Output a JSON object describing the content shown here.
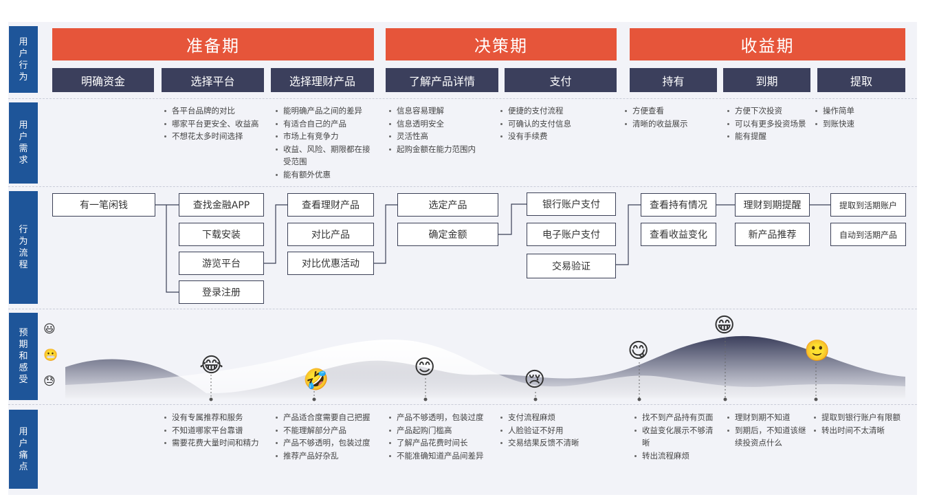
{
  "row_labels": {
    "behavior": "用户行为",
    "needs": "用户需求",
    "flow": "行为流程",
    "feelings": "预期和感受",
    "pains": "用户痛点"
  },
  "phases": [
    "准备期",
    "决策期",
    "收益期"
  ],
  "stages": [
    "明确资金",
    "选择平台",
    "选择理财产品",
    "了解产品详情",
    "支付",
    "持有",
    "到期",
    "提取"
  ],
  "needs": [
    [
      "各平台品牌的对比",
      "哪家平台更安全、收益高",
      "不想花太多时间选择"
    ],
    [
      "能明确产品之间的差异",
      "有适合自己的产品",
      "市场上有竞争力",
      "收益、风险、期限都在接受范围",
      "能有额外优惠"
    ],
    [
      "信息容易理解",
      "信息透明安全",
      "灵活性高",
      "起购金额在能力范围内"
    ],
    [
      "便捷的支付流程",
      "可确认的支付信息",
      "没有手续费"
    ],
    [
      "方便查看",
      "清晰的收益展示"
    ],
    [
      "方便下次投资",
      "可以有更多投资场景",
      "能有提醒"
    ],
    [
      "操作简单",
      "到账快速"
    ]
  ],
  "flow": {
    "start": "有一笔闲钱",
    "platform": [
      "查找金融APP",
      "下载安装",
      "游览平台",
      "登录注册"
    ],
    "product": [
      "查看理财产品",
      "对比产品",
      "对比优惠活动"
    ],
    "detail": [
      "选定产品",
      "确定金额"
    ],
    "pay": [
      "银行账户支付",
      "电子账户支付",
      "交易验证"
    ],
    "hold": [
      "查看持有情况",
      "查看收益变化"
    ],
    "expire": [
      "理财到期提醒",
      "新产品推荐"
    ],
    "withdraw": [
      "提取到活期账户",
      "自动到活期产品"
    ]
  },
  "feeling_levels": [
    "😃",
    "😬",
    "😓"
  ],
  "feeling_emojis": [
    "😂",
    "🤣",
    "😊",
    "😢",
    "😋",
    "😁",
    "🙂"
  ],
  "pains": [
    [
      "没有专属推荐和服务",
      "不知道哪家平台靠谱",
      "需要花费大量时间和精力"
    ],
    [
      "产品适合度需要自己把握",
      "不能理解部分产品",
      "产品不够透明，包装过度",
      "推荐产品好杂乱"
    ],
    [
      "产品不够透明，包装过度",
      "产品起购门槛高",
      "了解产品花费时间长",
      "不能准确知道产品间差异"
    ],
    [
      "支付流程麻烦",
      "人脸验证不好用",
      "交易结果反馈不清晰"
    ],
    [
      "找不到产品持有页面",
      "收益变化展示不够清晰",
      "转出流程麻烦"
    ],
    [
      "理财到期不知道",
      "到期后，不知道该继续投资点什么"
    ],
    [
      "提取到银行账户有限额",
      "转出时间不太清晰"
    ]
  ],
  "colors": {
    "phase": "#e6553a",
    "stage": "#3b3f5c",
    "row_label": "#1e5599",
    "panel": "#f2f3f8",
    "mountain": "#3b3f5c"
  }
}
